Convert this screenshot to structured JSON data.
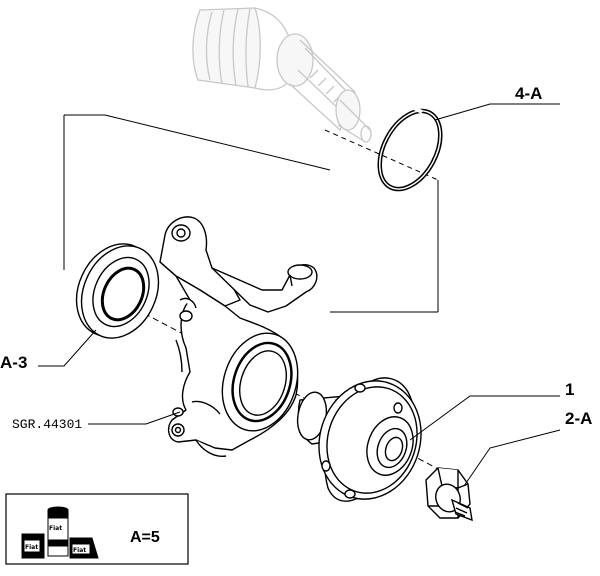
{
  "callouts": {
    "c4a": "4-A",
    "a3": "A-3",
    "sgr": "SGR.44301",
    "c1": "1",
    "c2a": "2-A"
  },
  "legend": {
    "quantity": "A=5",
    "pack_text_1": "Fiat",
    "pack_text_2": "Fiat",
    "pack_text_3": "Fiat"
  }
}
